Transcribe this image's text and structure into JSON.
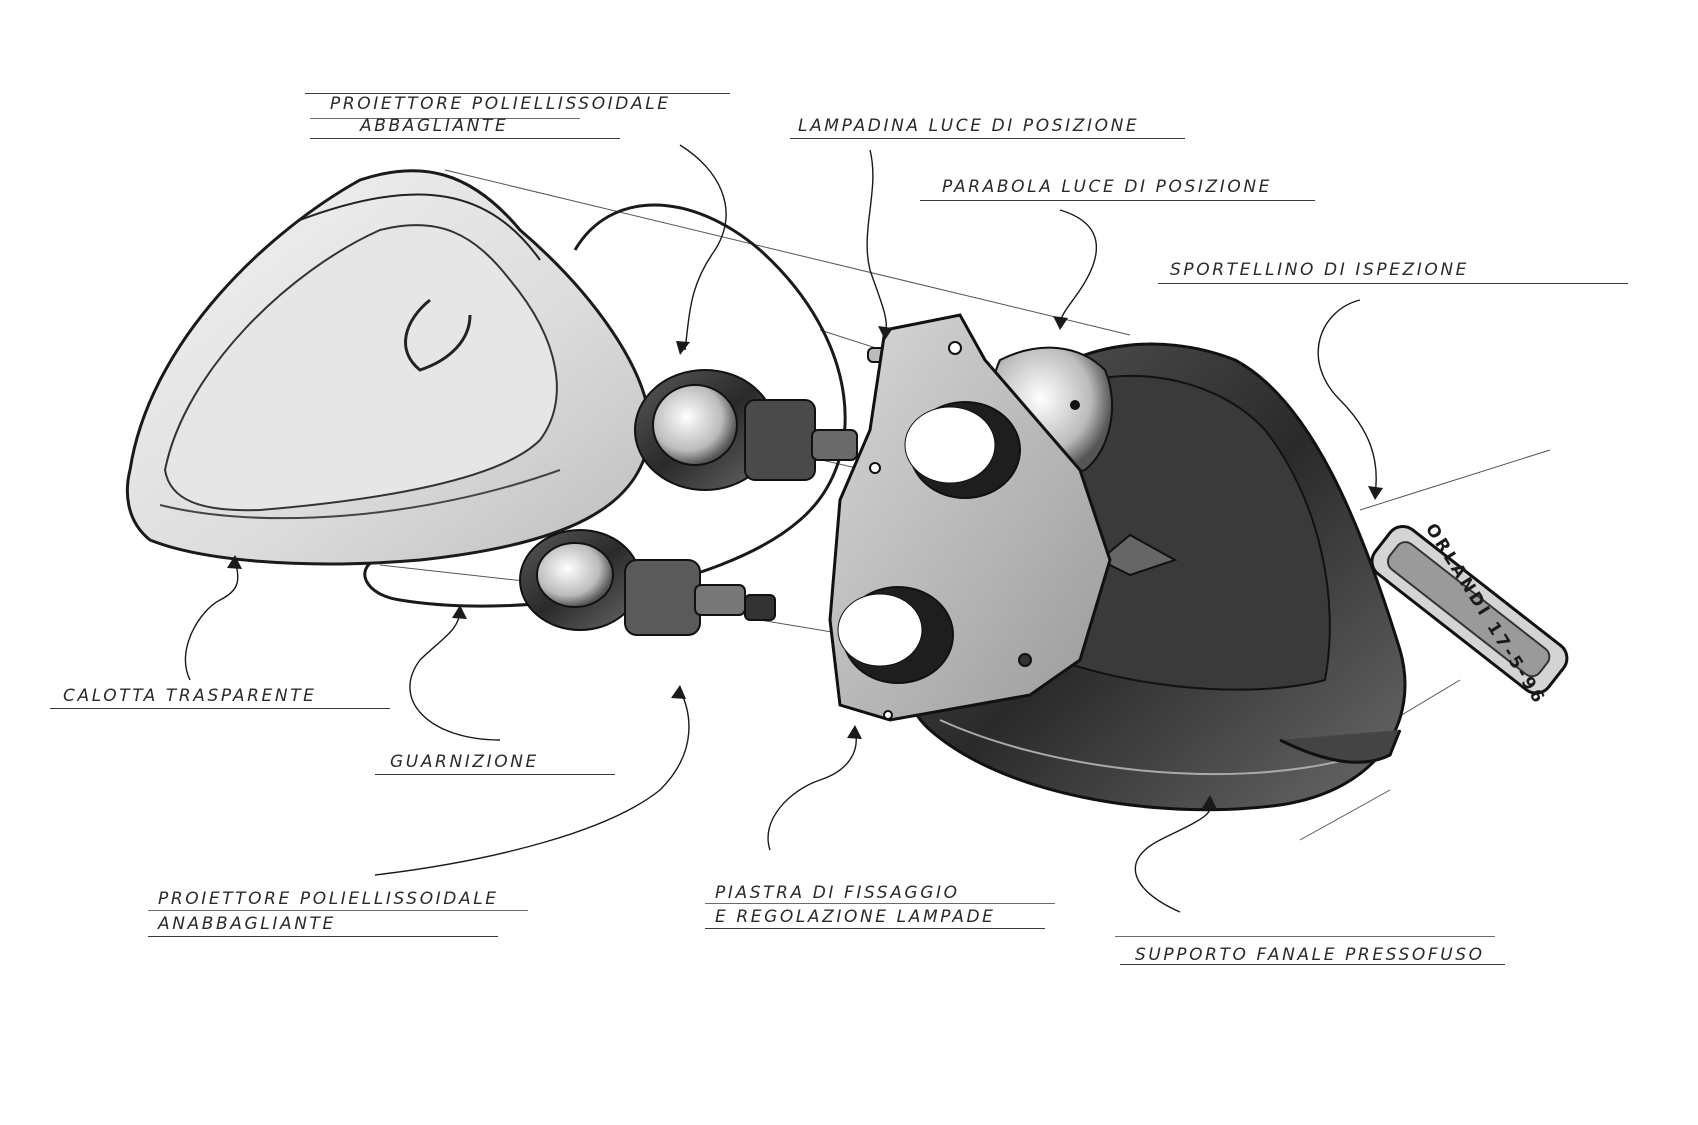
{
  "labels": {
    "abbagliante_line1": "PROIETTORE POLIELLISSOIDALE",
    "abbagliante_line2": "ABBAGLIANTE",
    "lampadina": "LAMPADINA LUCE DI POSIZIONE",
    "parabola": "PARABOLA LUCE DI POSIZIONE",
    "sportellino": "SPORTELLINO DI ISPEZIONE",
    "calotta": "CALOTTA TRASPARENTE",
    "guarnizione": "GUARNIZIONE",
    "anabbagliante_line1": "PROIETTORE POLIELLISSOIDALE",
    "anabbagliante_line2": "ANABBAGLIANTE",
    "piastra_line1": "PIASTRA DI FISSAGGIO",
    "piastra_line2": "E REGOLAZIONE LAMPADE",
    "supporto": "SUPPORTO FANALE PRESSOFUSO"
  },
  "signature": "ORLANDI 17-5-96"
}
